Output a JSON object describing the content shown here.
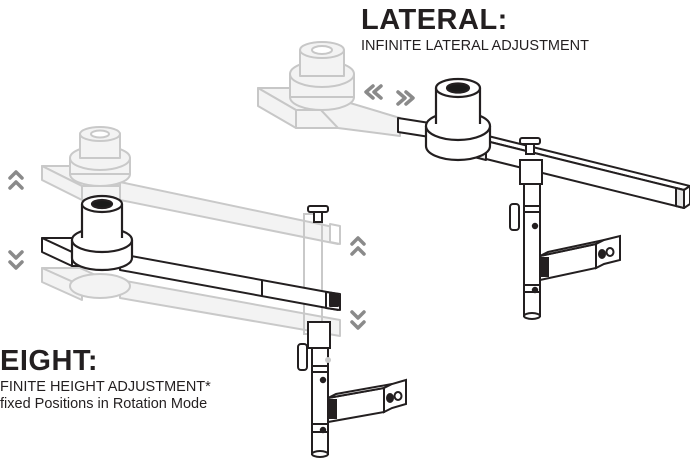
{
  "lateral": {
    "heading": "LATERAL:",
    "subheading": "INFINITE LATERAL ADJUSTMENT"
  },
  "height": {
    "heading": "EIGHT:",
    "line1": "FINITE HEIGHT ADJUSTMENT*",
    "line2": "fixed Positions in Rotation Mode"
  },
  "colors": {
    "ink": "#231f20",
    "ghost": "#c9c9c9",
    "ghost_fill": "#f0f0f0",
    "arrow": "#8a8a8a"
  },
  "icons": [
    "double-chevron-up-icon",
    "double-chevron-down-icon",
    "double-chevron-left-icon",
    "double-chevron-right-icon"
  ]
}
